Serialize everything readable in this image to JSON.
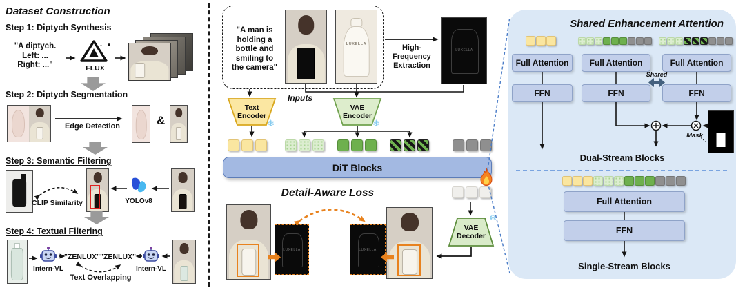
{
  "colors": {
    "dit_blue": "#A3B9E2",
    "attn_box_blue": "#C2CFEA",
    "panel_blue": "#DBE8F6",
    "token_yellow": "#FAE6A0",
    "token_green_solid": "#6EB04E",
    "token_green_dotted": "#DCEDD0",
    "token_gray": "#8F8F8F",
    "orange_accent": "#E8821E",
    "dashed_connector_blue": "#4A7CC7",
    "encoder_yellow": "#FBE7A2",
    "encoder_green": "#DDEDCC"
  },
  "left": {
    "title": "Dataset Construction",
    "step1": {
      "heading": "Step 1: Diptych Synthesis",
      "prompt": "\"A diptych.\nLeft: ...\nRight: ...\"",
      "flux_label": "FLUX"
    },
    "step2": {
      "heading": "Step 2: Diptych Segmentation",
      "arrow_label": "Edge Detection",
      "ampersand": "&"
    },
    "step3": {
      "heading": "Step 3: Semantic Filtering",
      "clip_label": "CLIP Similarity",
      "yolo_label": "YOLOv8"
    },
    "step4": {
      "heading": "Step 4: Textual Filtering",
      "model_left": "Intern-VL",
      "model_right": "Intern-VL",
      "ocr_left": "\"ZENLUX\"",
      "ocr_right": "\"ZENLUX\"",
      "overlap_label": "Text Overlapping"
    }
  },
  "middle": {
    "prompt": "\"A man is\nholding a\nbottle and\nsmiling to\nthe camera\"",
    "inputs_label": "Inputs",
    "bottle_label": "LUXELLA",
    "hf_label": "High-Frequency\nExtraction",
    "text_encoder": "Text\nEncoder",
    "vae_encoder": "VAE\nEncoder",
    "dit_label": "DiT Blocks",
    "loss_title": "Detail-Aware Loss",
    "vae_decoder": "VAE\nDecoder"
  },
  "right": {
    "title": "Shared Enhancement Attention",
    "dual": {
      "fa1": "Full Attention",
      "fa2": "Full Attention",
      "fa3": "Full Attention",
      "ffn1": "FFN",
      "ffn2": "FFN",
      "ffn3": "FFN",
      "shared_label": "Shared",
      "mask_label": "Mask",
      "caption": "Dual-Stream Blocks"
    },
    "single": {
      "fa": "Full Attention",
      "ffn": "FFN",
      "caption": "Single-Stream Blocks"
    }
  },
  "tokens": {
    "mid_text": [
      "text",
      "text",
      "text"
    ],
    "mid_dots": [
      "dots",
      "dots",
      "dots"
    ],
    "mid_green": [
      "green",
      "green",
      "green"
    ],
    "mid_stripe": [
      "stripe",
      "stripe",
      "stripe"
    ],
    "mid_gray": [
      "gray",
      "gray",
      "gray"
    ],
    "mid_out": [
      "white",
      "white",
      "white"
    ],
    "dual_text": [
      "text",
      "text",
      "text"
    ],
    "dual_img": [
      "dots",
      "dots",
      "dots",
      "green",
      "green",
      "green",
      "gray",
      "gray",
      "gray"
    ],
    "dual_hf": [
      "dots",
      "dots",
      "dots",
      "stripe",
      "stripe",
      "stripe",
      "gray",
      "gray",
      "gray"
    ],
    "single_all": [
      "text",
      "text",
      "text",
      "dots",
      "dots",
      "dots",
      "green",
      "green",
      "green",
      "gray",
      "gray",
      "gray"
    ]
  }
}
